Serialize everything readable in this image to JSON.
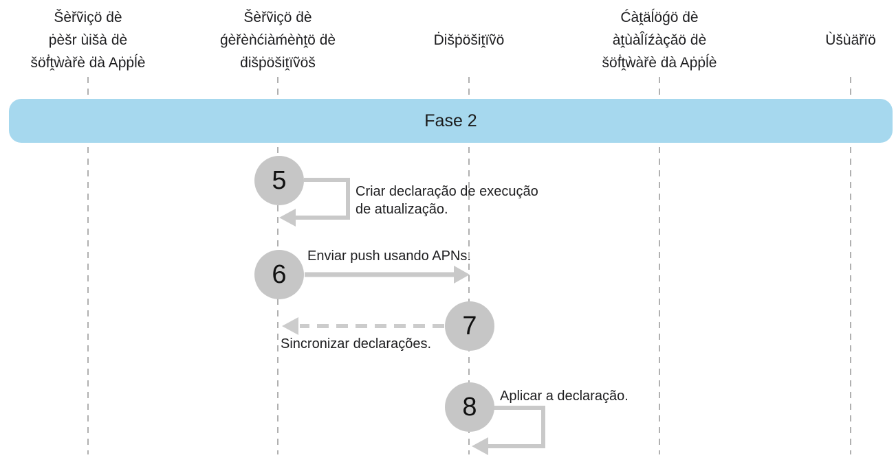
{
  "diagram": {
    "columns": [
      {
        "id": "apple-software-lookup-service",
        "label": "Šèřṽiçö ḋè\nṗèšr ùišà ḋè\nšöḟṱẁàřè ḋà Aṗṗĺè"
      },
      {
        "id": "mdm-service",
        "label": "Šèřṽiçö ḋè\nǵèřèǹćiàḿèǹṱö ḋè\nḋišṗöšiṱïṽöš"
      },
      {
        "id": "device",
        "label": "Ḋišṗöšiṱïṽö"
      },
      {
        "id": "apple-software-update-catalog",
        "label": "Ćàṱäĺöǵö ḋè\nàṱùàl̂íźàçǎö ḋè\nšöḟṱẁàřè ḋà Aṗṗĺè"
      },
      {
        "id": "user",
        "label": "Ùšùäřïö"
      }
    ],
    "phase_banner": {
      "label": "Fase 2"
    },
    "steps": [
      {
        "number": "5",
        "label": "Criar declaração de execução\nde atualização.",
        "arrow": "self-loop",
        "from": "mdm-service",
        "to": "mdm-service"
      },
      {
        "number": "6",
        "label": "Enviar push usando APNs.",
        "arrow": "solid",
        "from": "mdm-service",
        "to": "device"
      },
      {
        "number": "7",
        "label": "Sincronizar declarações.",
        "arrow": "dashed",
        "from": "device",
        "to": "mdm-service"
      },
      {
        "number": "8",
        "label": "Aplicar a declaração.",
        "arrow": "self-loop",
        "from": "device",
        "to": "device"
      }
    ],
    "colors": {
      "banner_blue": "#a6d8ee",
      "circle_gray": "#c6c6c6",
      "arrow_gray": "#c9c9c9",
      "lifeline_gray": "#b0b0b0",
      "text": "#1d1d1f",
      "background": "#ffffff"
    }
  }
}
